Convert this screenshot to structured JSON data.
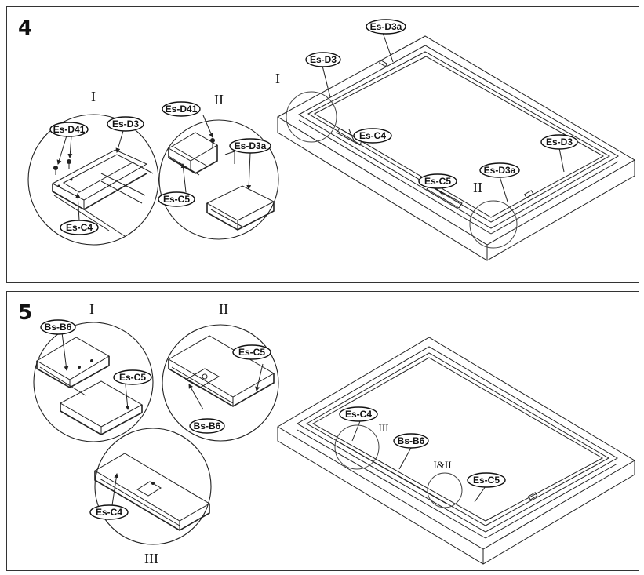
{
  "steps": [
    {
      "number": "4",
      "roman": {
        "i": "I",
        "ii": "II"
      },
      "labels": {
        "es_d3a": "Es-D3a",
        "es_d3": "Es-D3",
        "es_d41": "Es-D41",
        "es_c4": "Es-C4",
        "es_c5": "Es-C5"
      }
    },
    {
      "number": "5",
      "roman": {
        "i": "I",
        "ii": "II",
        "iii": "III",
        "i_and_ii": "I&II"
      },
      "labels": {
        "bs_b6": "Bs-B6",
        "es_c5": "Es-C5",
        "es_c4": "Es-C4"
      }
    }
  ]
}
